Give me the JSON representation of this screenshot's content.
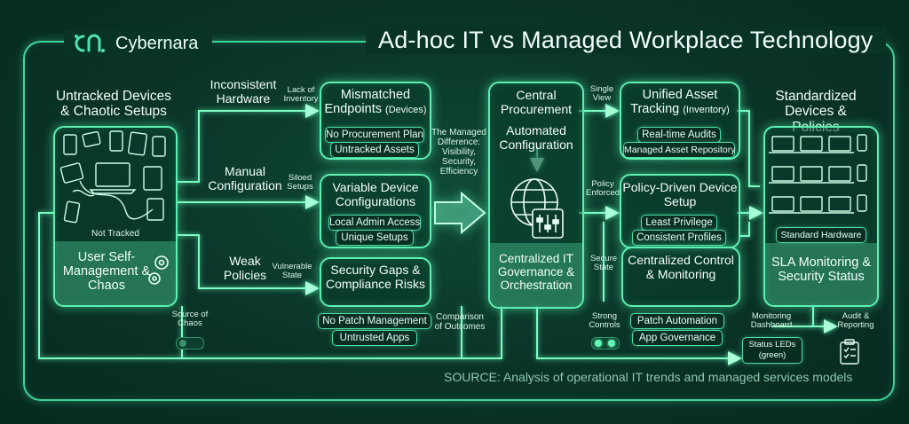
{
  "brand": {
    "name": "Cybernara"
  },
  "title": "Ad-hoc IT vs Managed Workplace Technology",
  "left": {
    "heading": "Untracked Devices & Chaotic Setups",
    "not_tracked": "Not Tracked",
    "zone_label": "User Self-Management & Chaos",
    "source": "Source of Chaos"
  },
  "issues": {
    "inconsistent": "Inconsistent Hardware",
    "lack_inventory": "Lack of Inventory",
    "manual": "Manual Configuration",
    "siloed": "Siloed Setups",
    "weak": "Weak Policies",
    "vulnerable": "Vulnerable State"
  },
  "mid_left": {
    "box1": {
      "title": "Mismatched",
      "sub_a": "Endpoints",
      "sub_b": "(Devices)",
      "pills": [
        "No Procurement Plan",
        "Untracked Assets"
      ]
    },
    "box2": {
      "title": "Variable Device Configurations",
      "pills": [
        "Local Admin Access",
        "Unique Setups"
      ]
    },
    "box3": {
      "title": "Security Gaps & Compliance Risks",
      "pills": [
        "No Patch Management",
        "Untrusted Apps"
      ]
    }
  },
  "difference": "The Managed Difference: Visibility, Security, Efficiency",
  "comparison": "Comparison of Outcomes",
  "central": {
    "procurement": "Central Procurement",
    "automated": "Automated Configuration",
    "zone_label": "Centralized IT Governance & Orchestration"
  },
  "links": {
    "single_view": "Single View",
    "policy_enforced": "Policy Enforced",
    "secure_state": "Secure State",
    "strong_controls": "Strong Controls"
  },
  "mid_right": {
    "box1": {
      "title": "Unified Asset",
      "sub_a": "Tracking",
      "sub_b": "(Inventory)",
      "pills": [
        "Real-time Audits",
        "Managed Asset Repository"
      ]
    },
    "box2": {
      "title": "Policy-Driven Device Setup",
      "pills": [
        "Least Privilege",
        "Consistent Profiles"
      ]
    },
    "box3": {
      "title": "Centralized Control & Monitoring",
      "pills": [
        "Patch Automation",
        "App Governance"
      ]
    }
  },
  "right": {
    "heading": "Standardized Devices & Policies",
    "standard": "Standard Hardware",
    "zone_label": "SLA Monitoring & Security Status",
    "monitoring": "Monitoring Dashboard",
    "audit": "Audit & Reporting",
    "status_leds": "Status LEDs (green)"
  },
  "source_note": "SOURCE: Analysis of operational IT trends and managed services models",
  "colors": {
    "accent": "#5df0b4",
    "zone": "#3fae82",
    "background": "#0a3327"
  }
}
